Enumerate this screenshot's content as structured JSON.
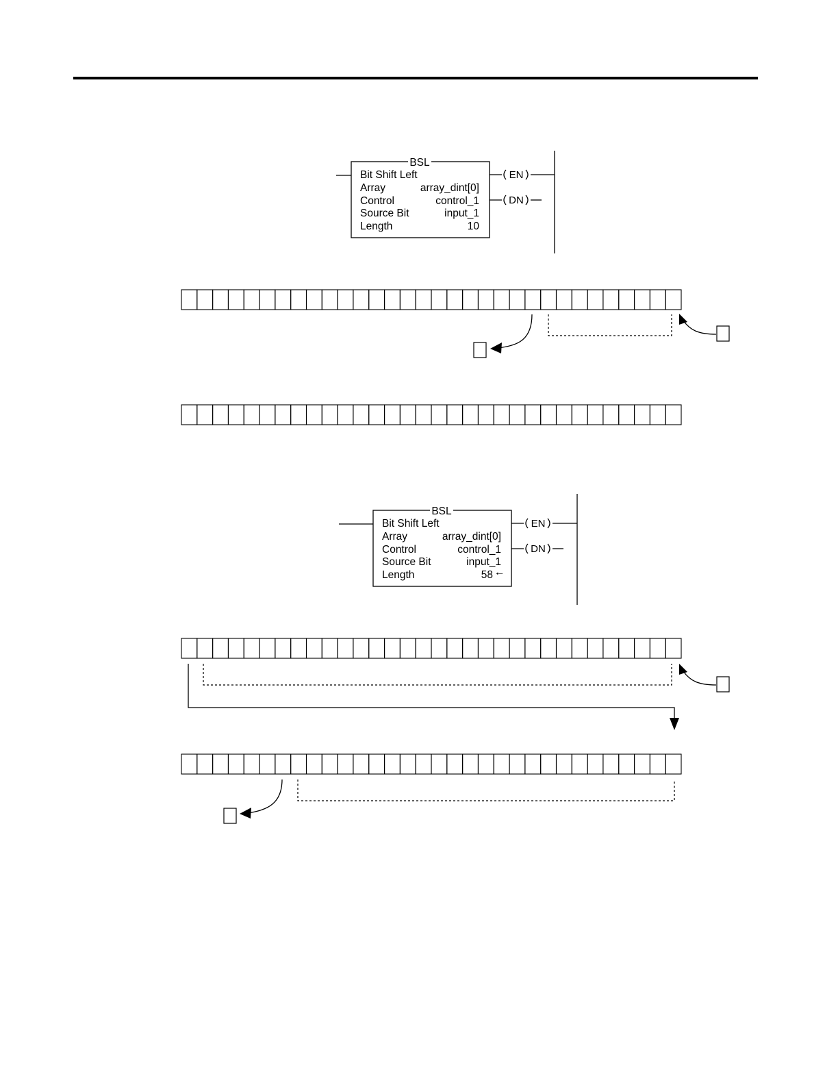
{
  "instructions": [
    {
      "title": "BSL",
      "name": "Bit Shift Left",
      "params": [
        {
          "label": "Array",
          "value": "array_dint[0]"
        },
        {
          "label": "Control",
          "value": "control_1"
        },
        {
          "label": "Source Bit",
          "value": "input_1"
        },
        {
          "label": "Length",
          "value": "10"
        }
      ],
      "coils": [
        "EN",
        "DN"
      ]
    },
    {
      "title": "BSL",
      "name": "Bit Shift Left",
      "params": [
        {
          "label": "Array",
          "value": "array_dint[0]"
        },
        {
          "label": "Control",
          "value": "control_1"
        },
        {
          "label": "Source Bit",
          "value": "input_1"
        },
        {
          "label": "Length",
          "value": "58"
        }
      ],
      "coils": [
        "EN",
        "DN"
      ],
      "length_marker": "←"
    }
  ],
  "bit_rows": {
    "cells_per_row": 32,
    "rows": 4
  }
}
